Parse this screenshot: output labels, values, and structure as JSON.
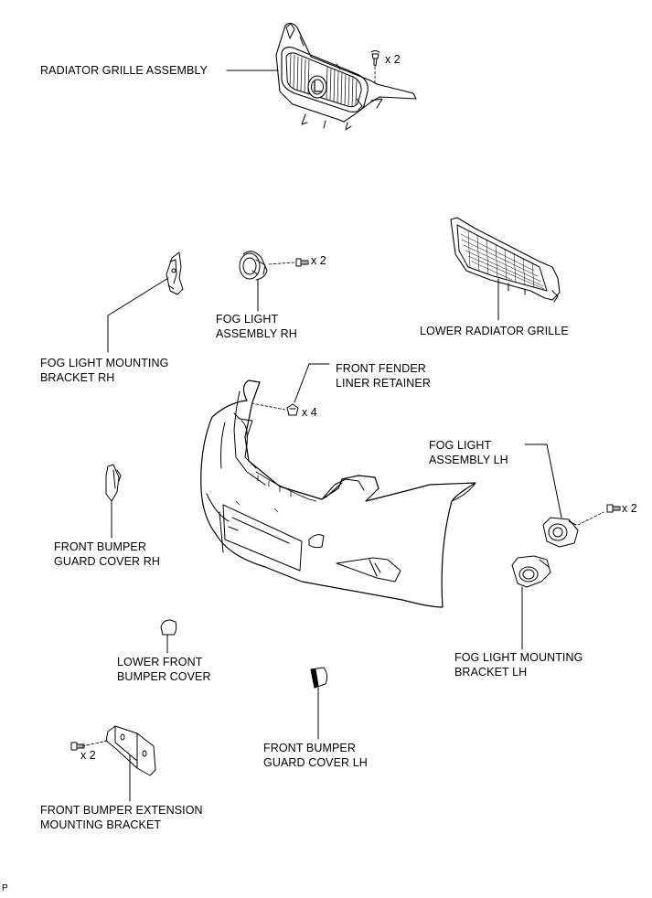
{
  "labels": {
    "radiator_grille": "RADIATOR GRILLE ASSEMBLY",
    "fog_bracket_rh": [
      "FOG LIGHT MOUNTING",
      "BRACKET RH"
    ],
    "fog_light_rh": [
      "FOG LIGHT",
      "ASSEMBLY RH"
    ],
    "lower_radiator_grille": "LOWER RADIATOR GRILLE",
    "fender_liner_retainer": [
      "FRONT FENDER",
      "LINER RETAINER"
    ],
    "fog_light_lh": [
      "FOG LIGHT",
      "ASSEMBLY LH"
    ],
    "guard_cover_rh": [
      "FRONT BUMPER",
      "GUARD COVER RH"
    ],
    "fog_bracket_lh": [
      "FOG LIGHT MOUNTING",
      "BRACKET LH"
    ],
    "lower_bumper_cover": [
      "LOWER FRONT",
      "BUMPER COVER"
    ],
    "guard_cover_lh": [
      "FRONT BUMPER",
      "GUARD COVER LH"
    ],
    "extension_bracket": [
      "FRONT BUMPER EXTENSION",
      "MOUNTING BRACKET"
    ]
  },
  "quantities": {
    "grille_clips": "x 2",
    "fog_rh_screws": "x 2",
    "fender_retainers": "x 4",
    "fog_lh_screws": "x 2",
    "extension_screws": "x 2"
  },
  "figure_code": "P",
  "colors": {
    "line": "#000000",
    "background": "#ffffff"
  },
  "icons": [
    "clip-icon",
    "screw-icon",
    "retainer-icon"
  ]
}
